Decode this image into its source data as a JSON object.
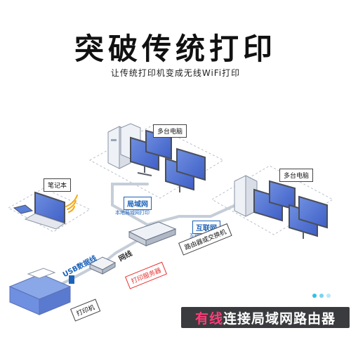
{
  "header": {
    "title": "突破传统打印",
    "subtitle": "让传统打印机变成无线WiFi打印"
  },
  "labels": {
    "computers_a": "多台电脑",
    "computers_b": "多台电脑",
    "laptop": "笔记本",
    "lan": "局域网",
    "lan_sub": "本地局域网打印",
    "internet": "互联网",
    "internet_sub": "互联网云打印",
    "router": "路由器或交换机",
    "network_cable": "网线",
    "usb_cable": "USB数据线",
    "print_server": "打印服务器",
    "printer": "打印机"
  },
  "banner": {
    "part1": "有线",
    "part2": "连接局域网路由器"
  },
  "colors": {
    "accent_blue": "#1c62b9",
    "banner_bg": "#3a3b3f",
    "banner_pink": "#ff3c78",
    "print_server_red": "#e83030",
    "dots": "#2fc0e8"
  }
}
